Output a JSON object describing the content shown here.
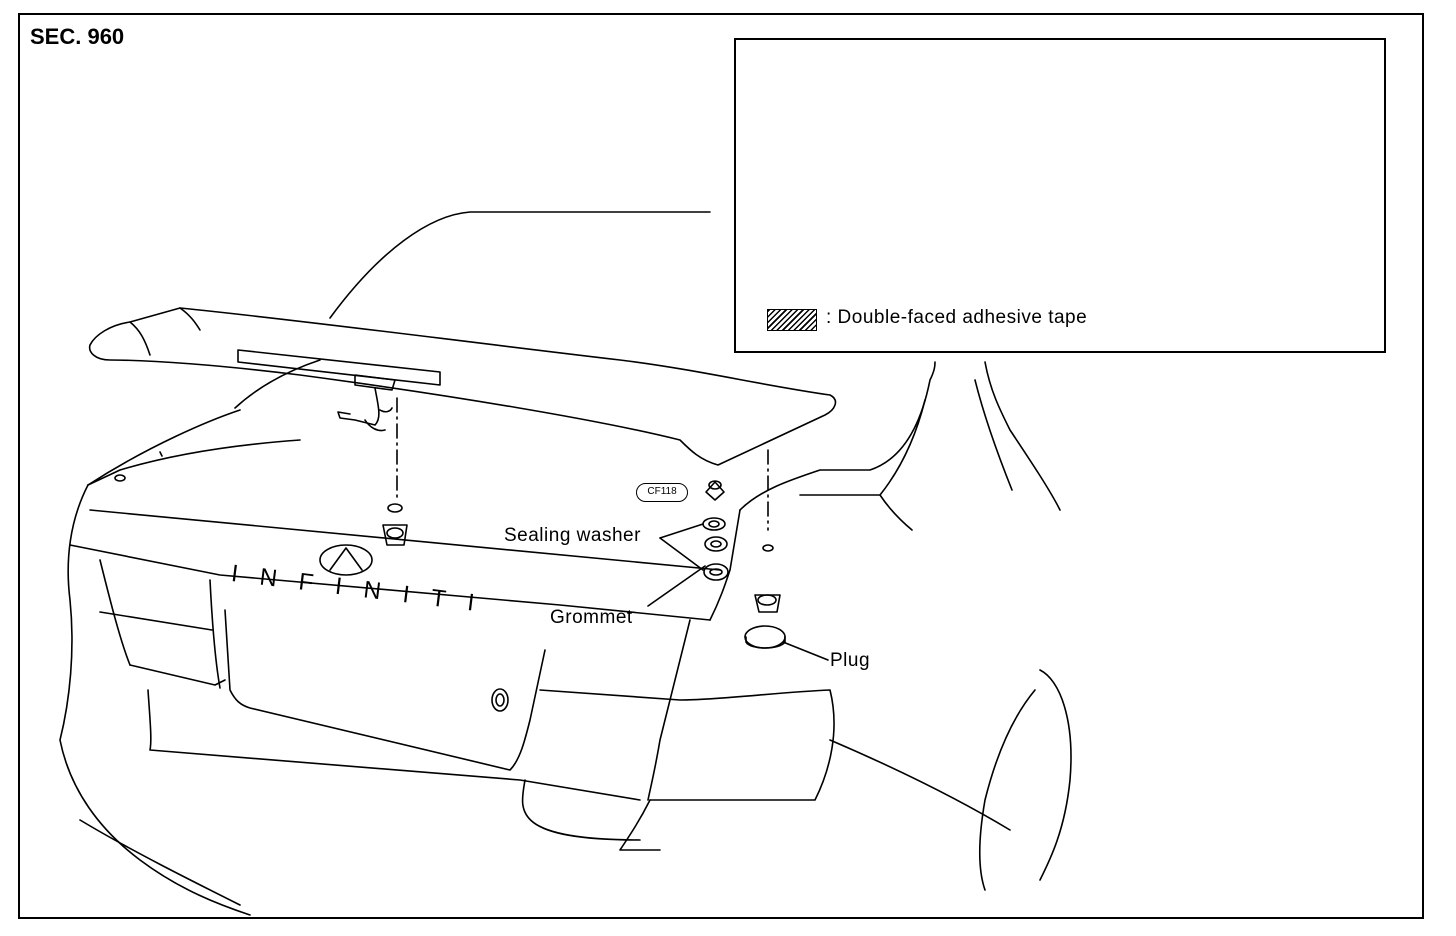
{
  "header": {
    "section": "SEC. 960"
  },
  "inset": {
    "legend_text": ": Double-faced adhesive tape",
    "legend_icon": "hatched-swatch"
  },
  "callouts": {
    "sealing_washer": "Sealing washer",
    "grommet": "Grommet",
    "plug": "Plug",
    "reference_badge": "CF118"
  },
  "vehicle": {
    "trunk_lettering": "INFINITI"
  },
  "colors": {
    "ink": "#000000",
    "paper": "#ffffff"
  }
}
